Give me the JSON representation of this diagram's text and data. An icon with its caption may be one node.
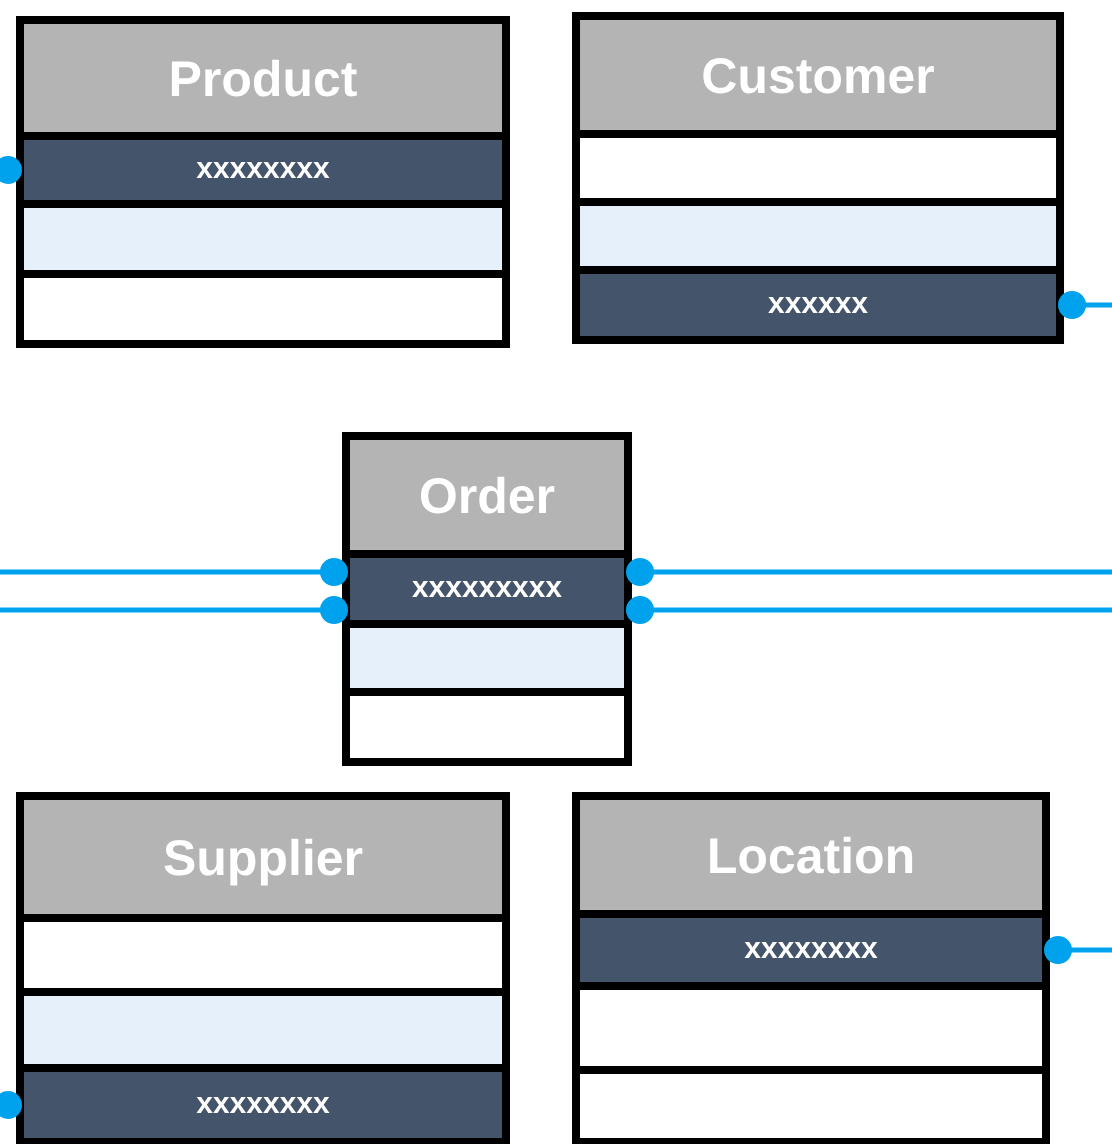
{
  "diagram": {
    "nodes": [
      {
        "text": [
          "Product"
        ]
      },
      {
        "text": [
          "xxxxxxxx"
        ],
        "in": 0
      },
      {
        "text": [],
        "shape": "box",
        "in": 0
      },
      {
        "text": [],
        "shape": "box",
        "in": 0
      },
      {
        "text": [
          "Customer"
        ]
      },
      {
        "text": [],
        "shape": "box",
        "in": 4
      },
      {
        "text": [],
        "shape": "box",
        "in": 4
      },
      {
        "text": [
          "xxxxxx"
        ],
        "in": 4
      },
      {
        "text": [
          "Order"
        ]
      },
      {
        "text": [
          "xxxxxxxxx"
        ],
        "in": 8
      },
      {
        "text": [],
        "shape": "box",
        "in": 8
      },
      {
        "text": [],
        "shape": "box",
        "in": 8
      },
      {
        "text": [
          "Supplier"
        ]
      },
      {
        "text": [],
        "shape": "box",
        "in": 12
      },
      {
        "text": [],
        "shape": "box",
        "in": 12
      },
      {
        "text": [
          "xxxxxxxx"
        ],
        "in": 12
      },
      {
        "text": [
          "Location"
        ]
      },
      {
        "text": [
          "xxxxxxxx"
        ],
        "in": 16
      },
      {
        "text": [],
        "shape": "box",
        "in": 16
      },
      {
        "text": [],
        "shape": "box",
        "in": 16
      }
    ],
    "edges": [
      {
        "from": 1,
        "to": null,
        "arrow": "other"
      },
      {
        "from": 7,
        "to": null,
        "arrow": "other"
      },
      {
        "from": 9,
        "to": null,
        "arrow": "other"
      },
      {
        "from": 9,
        "to": null,
        "arrow": "other"
      },
      {
        "from": 9,
        "to": null,
        "arrow": "other"
      },
      {
        "from": 9,
        "to": null,
        "arrow": "other"
      },
      {
        "from": 15,
        "to": null,
        "arrow": "other"
      },
      {
        "from": 17,
        "to": null,
        "arrow": "other"
      }
    ]
  }
}
